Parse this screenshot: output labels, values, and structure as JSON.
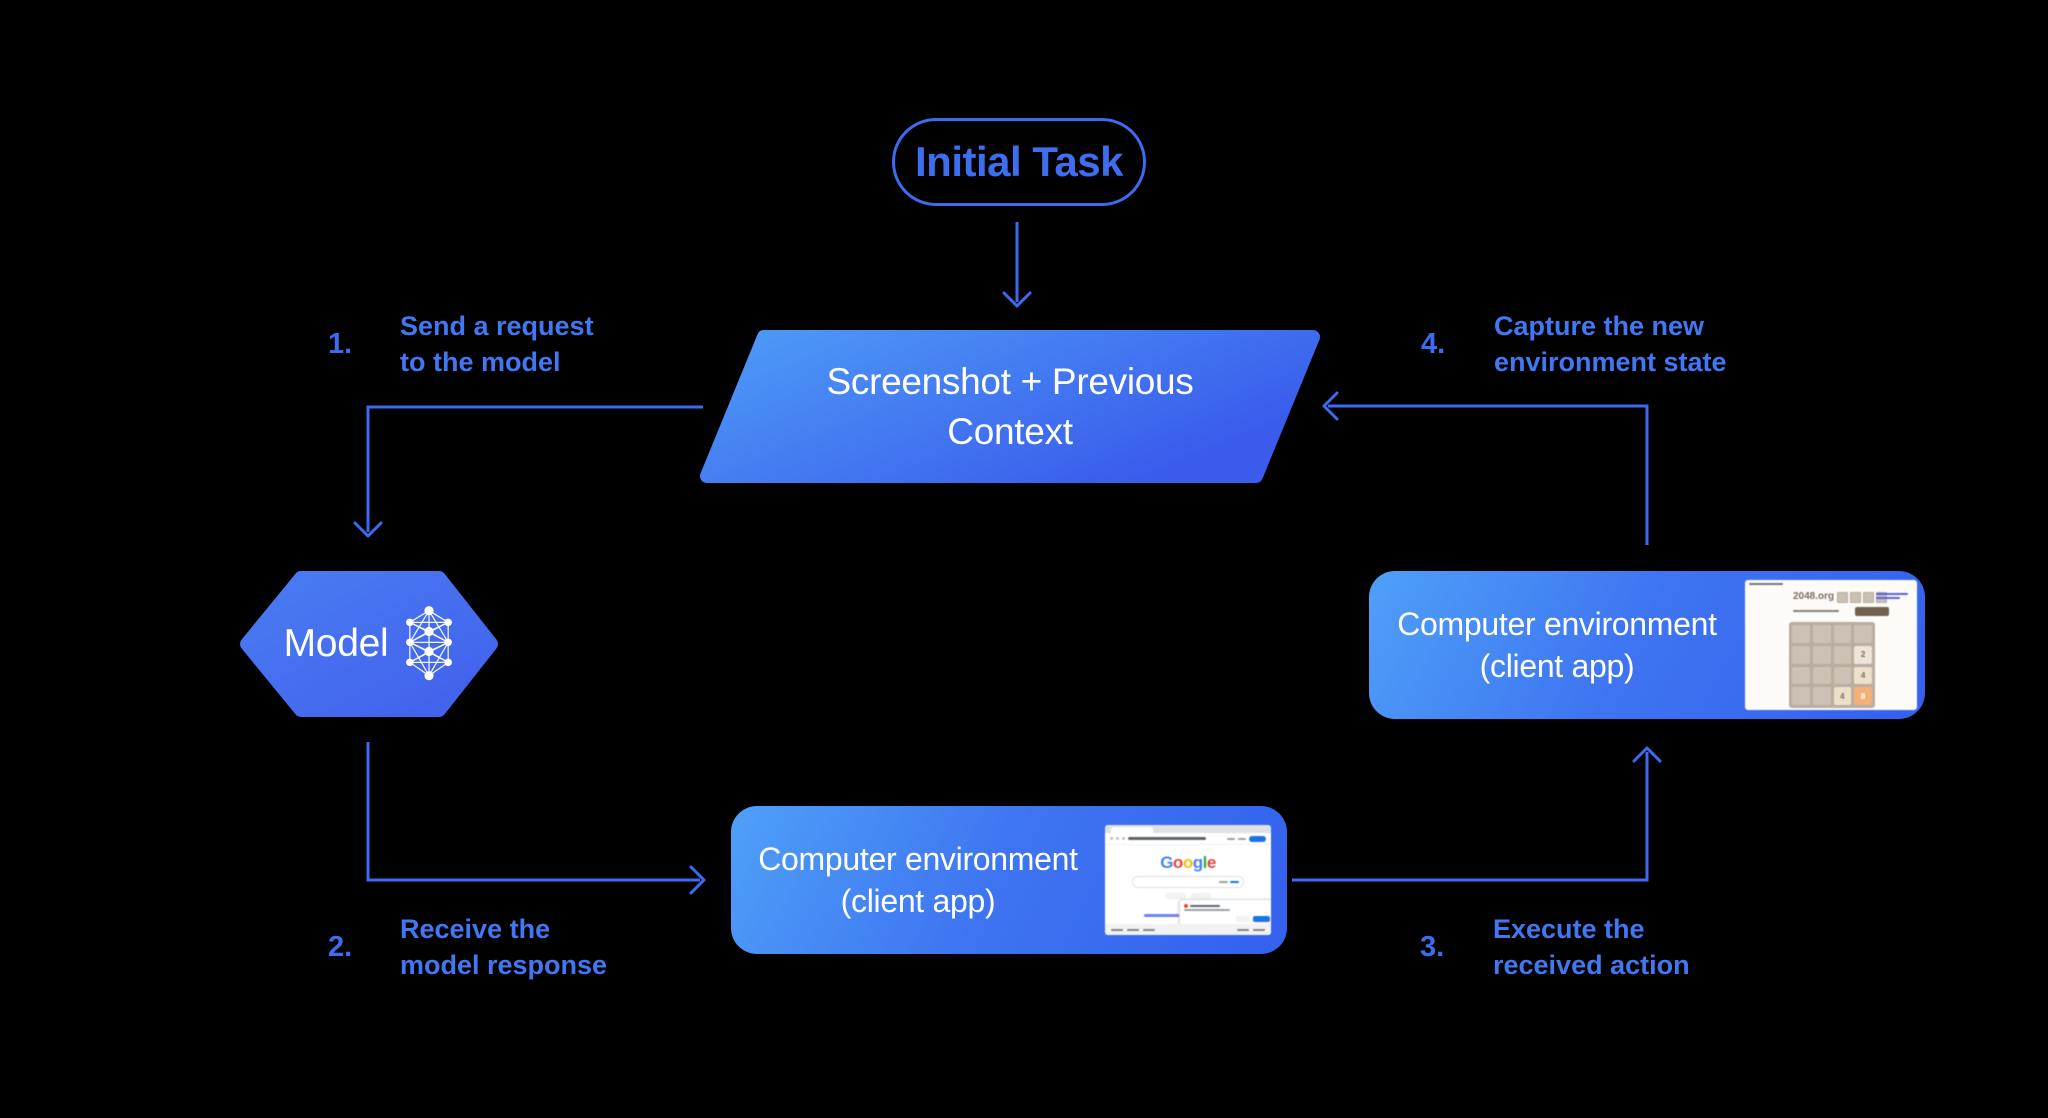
{
  "diagram": {
    "background": "#000000",
    "accent": "#3B6CF0",
    "label_color": "#4277F4",
    "number_color": "#3D6CF1",
    "shape_gradient_from": "#4FA0F8",
    "shape_gradient_to": "#3360EE",
    "nodes": {
      "initial_task": {
        "label": "Initial Task"
      },
      "screenshot_context": {
        "line1": "Screenshot + Previous",
        "line2": "Context"
      },
      "model": {
        "label": "Model"
      },
      "computer_env_bottom": {
        "line1": "Computer environment",
        "line2": "(client app)"
      },
      "computer_env_right": {
        "line1": "Computer environment",
        "line2": "(client app)"
      }
    },
    "steps": [
      {
        "num": "1.",
        "line1": "Send a request",
        "line2": "to the model"
      },
      {
        "num": "2.",
        "line1": "Receive the",
        "line2": "model response"
      },
      {
        "num": "3.",
        "line1": "Execute the",
        "line2": "received action"
      },
      {
        "num": "4.",
        "line1": "Capture the new",
        "line2": "environment state"
      }
    ],
    "thumbs": {
      "google": {
        "logo_letters": [
          {
            "ch": "G",
            "color": "#4285F4"
          },
          {
            "ch": "o",
            "color": "#EA4335"
          },
          {
            "ch": "o",
            "color": "#FBBC05"
          },
          {
            "ch": "g",
            "color": "#4285F4"
          },
          {
            "ch": "l",
            "color": "#34A853"
          },
          {
            "ch": "e",
            "color": "#EA4335"
          }
        ],
        "button_color": "#1A73E8"
      },
      "game2048": {
        "site": "2048.org",
        "tiles": {
          "r2c4": "2",
          "r3c4": "4",
          "r4c3": "4",
          "r4c4": "8"
        },
        "tile_orange": "#F2B179"
      }
    }
  }
}
